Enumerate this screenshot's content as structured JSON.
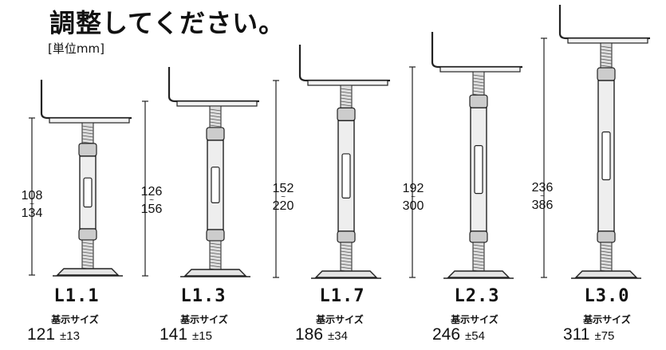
{
  "heading": "調整してください。",
  "unit": "[単位mm]",
  "size_label": "基示サイズ",
  "range_separator": "~",
  "supports": [
    {
      "model": "L1.1",
      "range_min": "108",
      "range_max": "134",
      "nominal": "121",
      "tolerance": "±13"
    },
    {
      "model": "L1.3",
      "range_min": "126",
      "range_max": "156",
      "nominal": "141",
      "tolerance": "±15"
    },
    {
      "model": "L1.7",
      "range_min": "152",
      "range_max": "220",
      "nominal": "186",
      "tolerance": "±34"
    },
    {
      "model": "L2.3",
      "range_min": "192",
      "range_max": "300",
      "nominal": "246",
      "tolerance": "±54"
    },
    {
      "model": "L3.0",
      "range_min": "236",
      "range_max": "386",
      "nominal": "311",
      "tolerance": "±75"
    }
  ]
}
